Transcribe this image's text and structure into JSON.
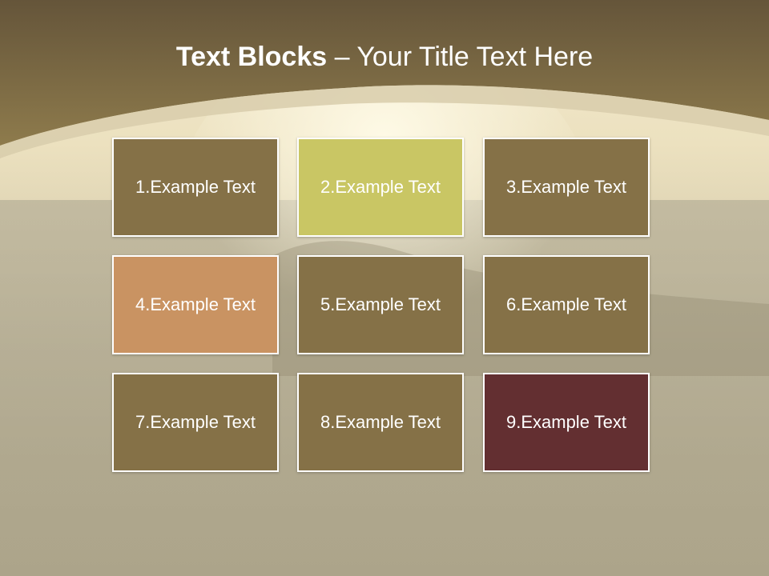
{
  "title": {
    "bold": "Text Blocks",
    "dash": " – ",
    "rest": "Your Title Text Here"
  },
  "colors": {
    "header_top": "#6b5b3a",
    "header_bottom": "#8c7848",
    "block_default": "#857147",
    "block_2": "#c9c664",
    "block_4": "#c99362",
    "block_9": "#632f31",
    "border": "#ffffff"
  },
  "blocks": [
    {
      "label": "1.Example Text",
      "color": "#857147"
    },
    {
      "label": "2.Example Text",
      "color": "#c9c664"
    },
    {
      "label": "3.Example Text",
      "color": "#857147"
    },
    {
      "label": "4.Example Text",
      "color": "#c99362"
    },
    {
      "label": "5.Example Text",
      "color": "#857147"
    },
    {
      "label": "6.Example Text",
      "color": "#857147"
    },
    {
      "label": "7.Example Text",
      "color": "#857147"
    },
    {
      "label": "8.Example Text",
      "color": "#857147"
    },
    {
      "label": "9.Example Text",
      "color": "#632f31"
    }
  ]
}
